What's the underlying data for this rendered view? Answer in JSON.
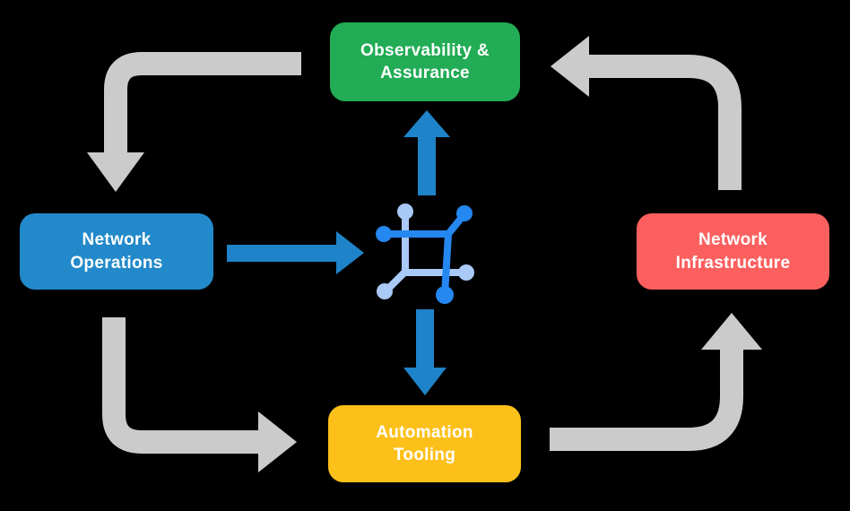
{
  "diagram": {
    "background_color": "#000000",
    "text_color": "#FFFFFF",
    "nodes": {
      "observability": {
        "label": "Observability & Assurance",
        "label_lines": [
          "Observability &",
          "Assurance"
        ],
        "color": "#21AC55"
      },
      "operations": {
        "label": "Network Operations",
        "label_lines": [
          "Network",
          "Operations"
        ],
        "color": "#2289CA"
      },
      "infrastructure": {
        "label": "Network Infrastructure",
        "label_lines": [
          "Network",
          "Infrastructure"
        ],
        "color": "#FB605F"
      },
      "automation": {
        "label": "Automation Tooling",
        "label_lines": [
          "Automation",
          "Tooling"
        ],
        "color": "#FDC01A"
      }
    },
    "arrows": {
      "cycle_color": "#CBCBCB",
      "hub_color": "#1F83C9",
      "cycle_flow": [
        {
          "from": "Observability & Assurance",
          "to": "Network Operations"
        },
        {
          "from": "Network Operations",
          "to": "Automation Tooling"
        },
        {
          "from": "Automation Tooling",
          "to": "Network Infrastructure"
        },
        {
          "from": "Network Infrastructure",
          "to": "Observability & Assurance"
        }
      ],
      "hub_flow": [
        {
          "from": "Network Operations",
          "to": "hub"
        },
        {
          "from": "hub",
          "to": "Observability & Assurance"
        },
        {
          "from": "hub",
          "to": "Automation Tooling"
        }
      ]
    },
    "hub_icon": {
      "name": "network-hub-icon",
      "dark_color": "#2587F0",
      "light_color": "#A9C9F6"
    }
  }
}
